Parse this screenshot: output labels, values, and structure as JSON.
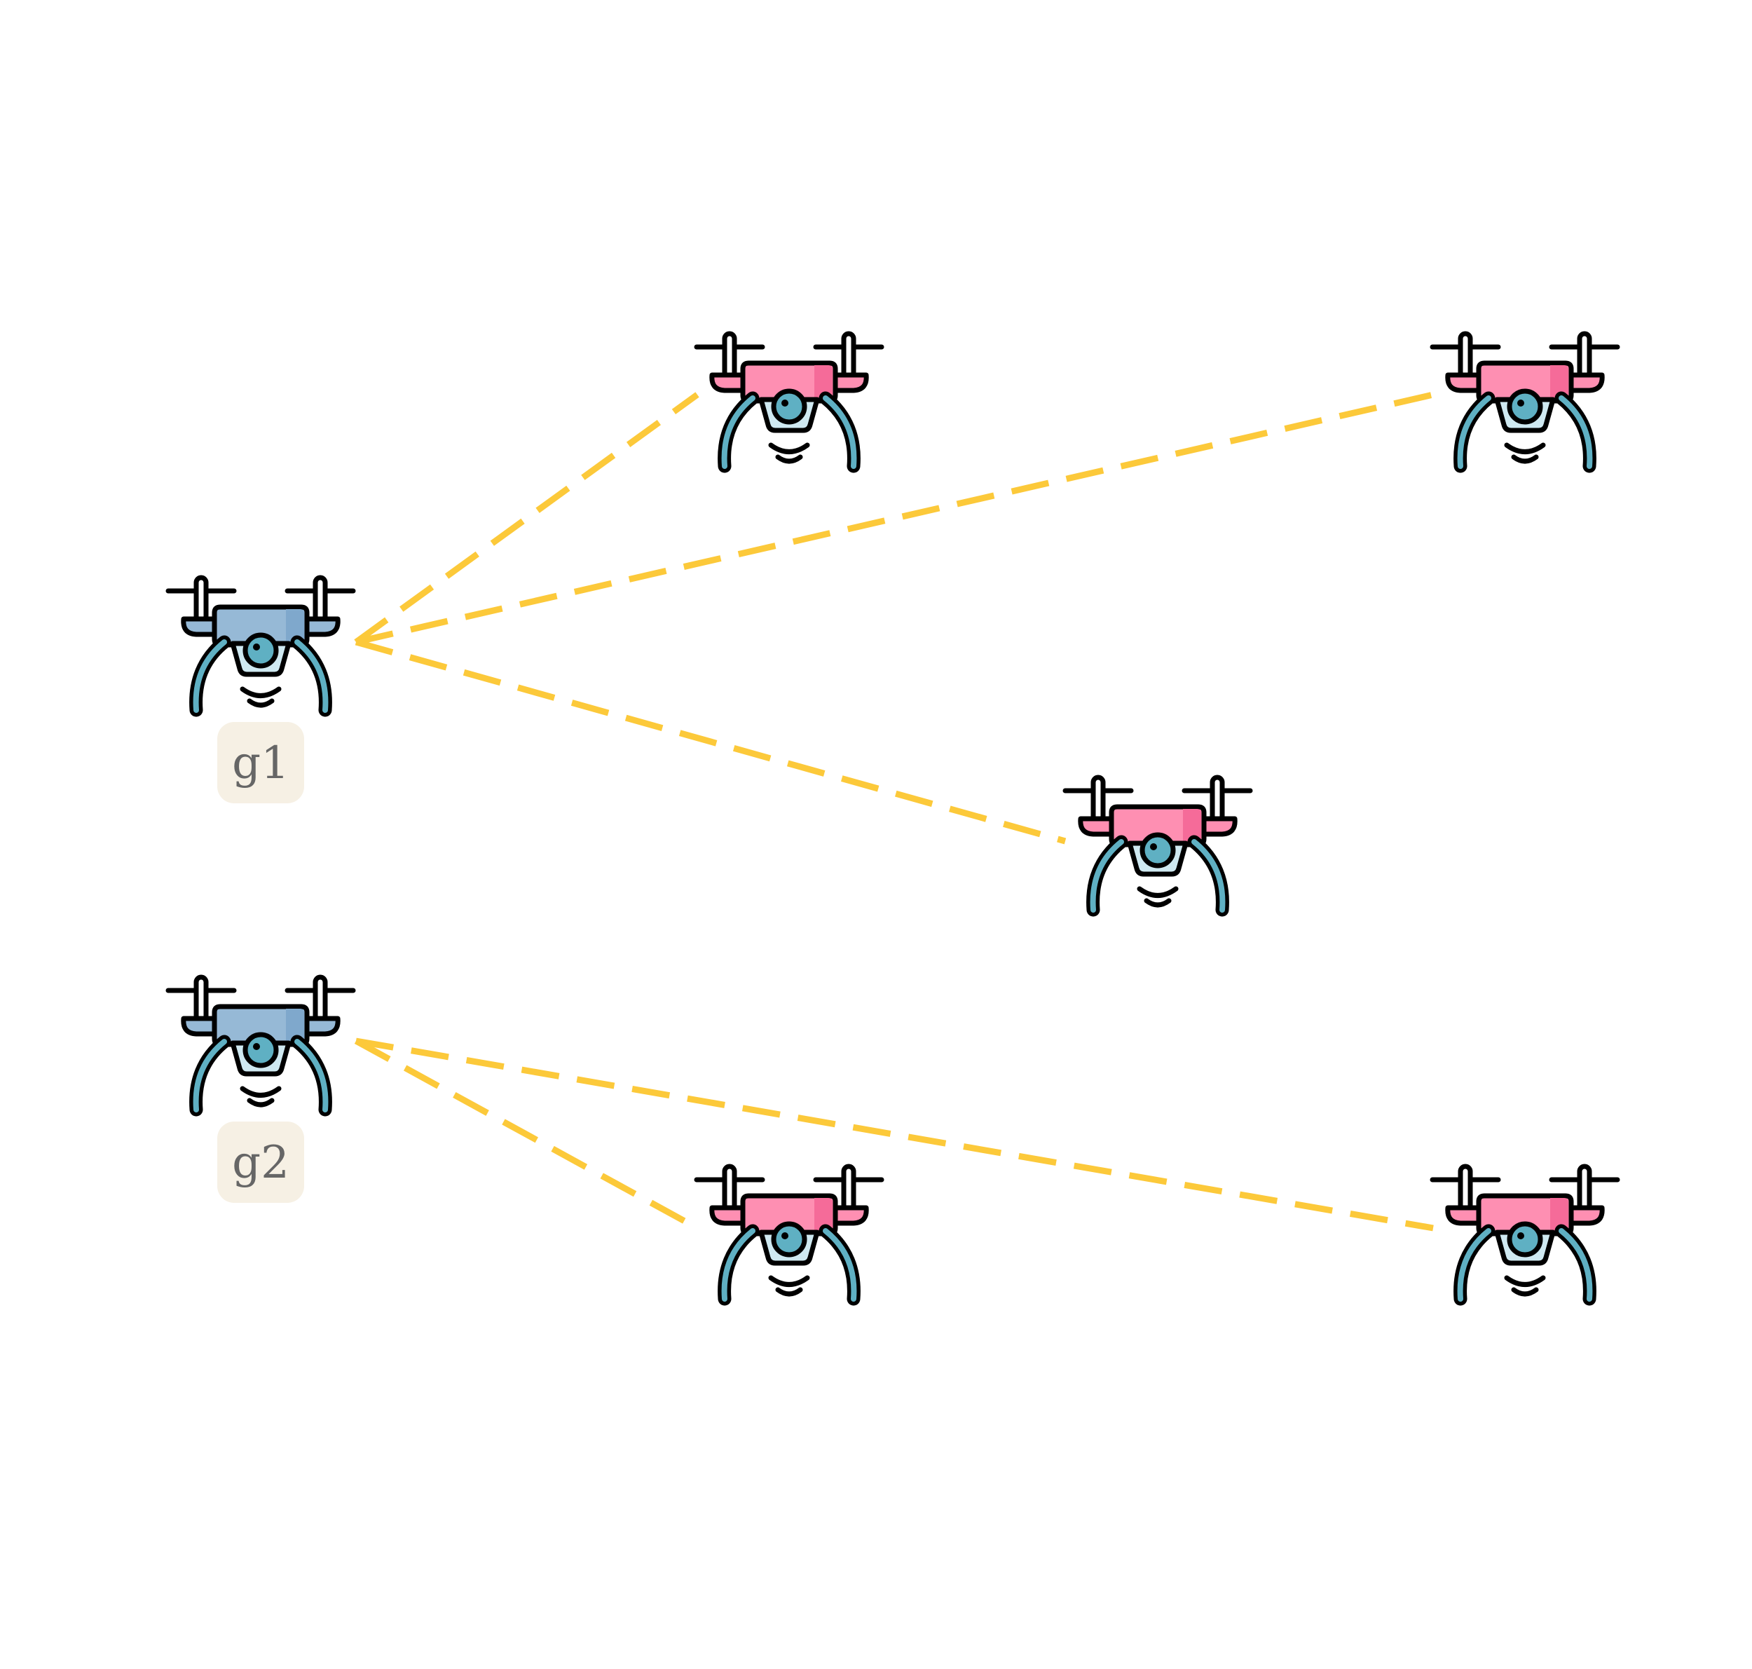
{
  "colors": {
    "background": "#ffffff",
    "link": "#fcc93a",
    "outline": "#000000",
    "ground_body": "#96b9d6",
    "ground_body_shade": "#7fa8cc",
    "aerial_body": "#fe8fb2",
    "aerial_body_shade": "#f56b99",
    "camera_lens": "#5fb0c3",
    "camera_mount": "#cfe9f1",
    "legs": "#5fb0c3",
    "label_box": "#f6f0e4",
    "label_text": "#666666"
  },
  "icon": "drone-icon",
  "nodes": [
    {
      "id": "g1",
      "role": "ground",
      "label": "g1"
    },
    {
      "id": "g2",
      "role": "ground",
      "label": "g2"
    },
    {
      "id": "a1",
      "role": "aerial",
      "label": ""
    },
    {
      "id": "a2",
      "role": "aerial",
      "label": ""
    },
    {
      "id": "a3",
      "role": "aerial",
      "label": ""
    },
    {
      "id": "a4",
      "role": "aerial",
      "label": ""
    },
    {
      "id": "a5",
      "role": "aerial",
      "label": ""
    }
  ],
  "links": [
    {
      "from": "g1",
      "to": "a1"
    },
    {
      "from": "g1",
      "to": "a2"
    },
    {
      "from": "g1",
      "to": "a3"
    },
    {
      "from": "g2",
      "to": "a4"
    },
    {
      "from": "g2",
      "to": "a5"
    }
  ]
}
